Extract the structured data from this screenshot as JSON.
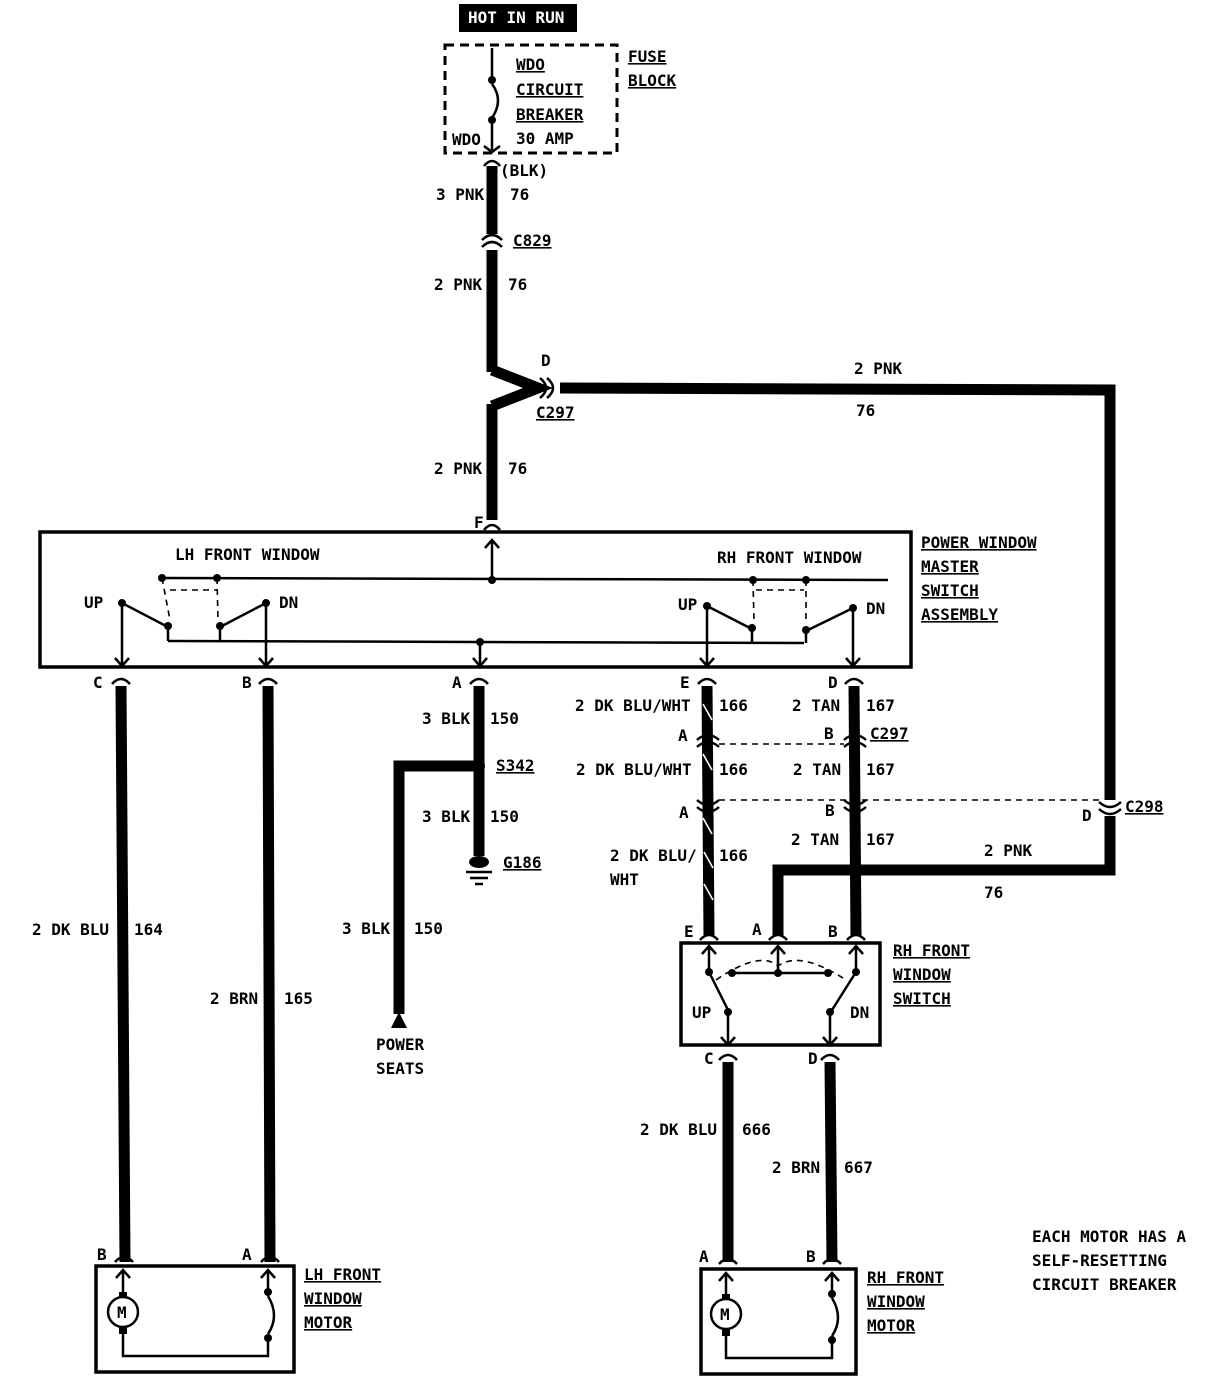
{
  "supply": {
    "label": "HOT IN RUN"
  },
  "fuse_block": {
    "title_1": "FUSE",
    "title_2": "BLOCK",
    "breaker_1": "WDO",
    "breaker_2": "CIRCUIT",
    "breaker_3": "BREAKER",
    "rating": "30 AMP",
    "terminal": "WDO",
    "wire_color": "(BLK)"
  },
  "wires": {
    "w_top": {
      "gauge": "3 PNK",
      "circuit": "76"
    },
    "w_mid": {
      "gauge": "2 PNK",
      "circuit": "76"
    },
    "w_low": {
      "gauge": "2 PNK",
      "circuit": "76"
    },
    "w_rh_feed": {
      "gauge": "2 PNK",
      "circuit": "76"
    },
    "w_lh_up": {
      "gauge": "2 DK BLU",
      "circuit": "164"
    },
    "w_lh_dn": {
      "gauge": "2 BRN",
      "circuit": "165"
    },
    "w_gnd_1": {
      "gauge": "3 BLK",
      "circuit": "150"
    },
    "w_gnd_2": {
      "gauge": "3 BLK",
      "circuit": "150"
    },
    "w_seats": {
      "gauge": "3 BLK",
      "circuit": "150"
    },
    "w_e1": {
      "gauge": "2 DK BLU/WHT",
      "circuit": "166"
    },
    "w_e2": {
      "gauge": "2 DK BLU/WHT",
      "circuit": "166"
    },
    "w_e3": {
      "gauge_1": "2 DK BLU/",
      "gauge_2": "WHT",
      "circuit": "166"
    },
    "w_d1": {
      "gauge": "2 TAN",
      "circuit": "167"
    },
    "w_d2": {
      "gauge": "2 TAN",
      "circuit": "167"
    },
    "w_d3": {
      "gauge": "2 TAN",
      "circuit": "167"
    },
    "w_rh_sw_feed": {
      "gauge": "2 PNK",
      "circuit": "76"
    },
    "w_rh_up": {
      "gauge": "2 DK BLU",
      "circuit": "666"
    },
    "w_rh_dn": {
      "gauge": "2 BRN",
      "circuit": "667"
    }
  },
  "connectors": {
    "c829": "C829",
    "c297_top": "C297",
    "c297_top_pin": "D",
    "c297_mid": "C297",
    "c298": "C298",
    "s342": "S342",
    "g186": "G186"
  },
  "master_switch": {
    "title_1": "POWER WINDOW",
    "title_2": "MASTER",
    "title_3": "SWITCH",
    "title_4": "ASSEMBLY",
    "lh_label": "LH FRONT WINDOW",
    "rh_label": "RH FRONT WINDOW",
    "up": "UP",
    "dn": "DN",
    "pin_f": "F",
    "pin_c": "C",
    "pin_b": "B",
    "pin_a": "A",
    "pin_e": "E",
    "pin_d": "D"
  },
  "pins": {
    "a1": "A",
    "b1": "B",
    "a2": "A",
    "b2": "B",
    "d_c298": "D",
    "rh_e": "E",
    "rh_a": "A",
    "rh_b": "B",
    "rh_c": "C",
    "rh_d": "D",
    "lhm_b": "B",
    "lhm_a": "A",
    "rhm_a": "A",
    "rhm_b": "B"
  },
  "rh_switch": {
    "title_1": "RH FRONT",
    "title_2": "WINDOW",
    "title_3": "SWITCH",
    "up": "UP",
    "dn": "DN"
  },
  "lh_motor": {
    "title_1": "LH FRONT",
    "title_2": "WINDOW",
    "title_3": "MOTOR",
    "symbol": "M"
  },
  "rh_motor": {
    "title_1": "RH FRONT",
    "title_2": "WINDOW",
    "title_3": "MOTOR",
    "symbol": "M"
  },
  "power_seats": {
    "line_1": "POWER",
    "line_2": "SEATS"
  },
  "note": {
    "line_1": "EACH MOTOR HAS A",
    "line_2": "SELF-RESETTING",
    "line_3": "CIRCUIT BREAKER"
  }
}
